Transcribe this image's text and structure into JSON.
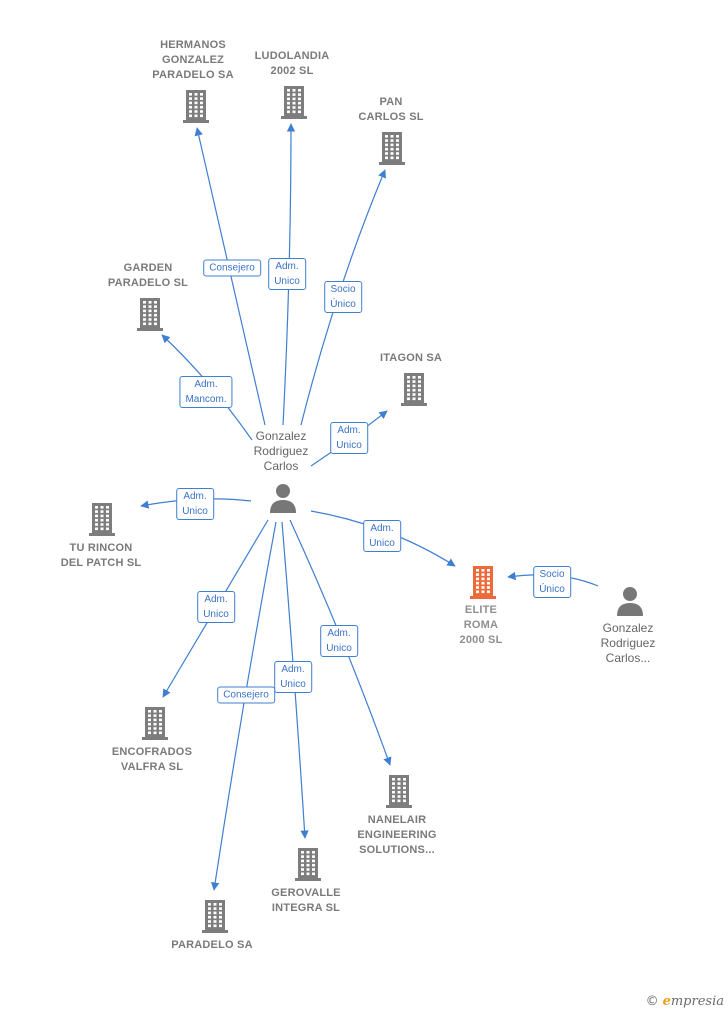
{
  "colors": {
    "company": "#7d7d7d",
    "company_highlight": "#ef6a3a",
    "person": "#777777",
    "edge": "#3f7fd0",
    "label_border": "#3f7fd0",
    "label_text": "#3a72c8"
  },
  "nodes": {
    "hermanos_gonzalez": {
      "label": "HERMANOS\nGONZALEZ\nPARADELO SA",
      "icon": "building-icon"
    },
    "ludolandia": {
      "label": "LUDOLANDIA\n2002 SL",
      "icon": "building-icon"
    },
    "pan_carlos": {
      "label": "PAN\nCARLOS SL",
      "icon": "building-icon"
    },
    "garden_paradelo": {
      "label": "GARDEN\nPARADELO  SL",
      "icon": "building-icon"
    },
    "itagon": {
      "label": "ITAGON SA",
      "icon": "building-icon"
    },
    "tu_rincon": {
      "label": "TU RINCON\nDEL PATCH SL",
      "icon": "building-icon"
    },
    "elite_roma": {
      "label": "ELITE\nROMA\n2000  SL",
      "icon": "building-icon"
    },
    "encofrados": {
      "label": "ENCOFRADOS\nVALFRA  SL",
      "icon": "building-icon"
    },
    "nanelair": {
      "label": "NANELAIR\nENGINEERING\nSOLUTIONS...",
      "icon": "building-icon"
    },
    "gerovalle": {
      "label": "GEROVALLE\nINTEGRA  SL",
      "icon": "building-icon"
    },
    "paradelo": {
      "label": "PARADELO SA",
      "icon": "building-icon"
    },
    "person_main": {
      "label": "Gonzalez\nRodriguez\nCarlos",
      "icon": "person-icon"
    },
    "person_other": {
      "label": "Gonzalez\nRodriguez\nCarlos...",
      "icon": "person-icon"
    }
  },
  "edges": {
    "hermanos_gonzalez": "Consejero",
    "ludolandia": "Adm.\nUnico",
    "pan_carlos": "Socio\nÚnico",
    "garden_paradelo": "Adm.\nMancom.",
    "itagon": "Adm.\nUnico",
    "tu_rincon": "Adm.\nUnico",
    "elite_roma": "Adm.\nUnico",
    "elite_roma_other": "Socio\nÚnico",
    "encofrados": "Adm.\nUnico",
    "nanelair": "Adm.\nUnico",
    "gerovalle": "Adm.\nUnico",
    "paradelo": "Consejero"
  },
  "brand": {
    "copyright": "©",
    "initial": "e",
    "rest": "mpresia"
  }
}
